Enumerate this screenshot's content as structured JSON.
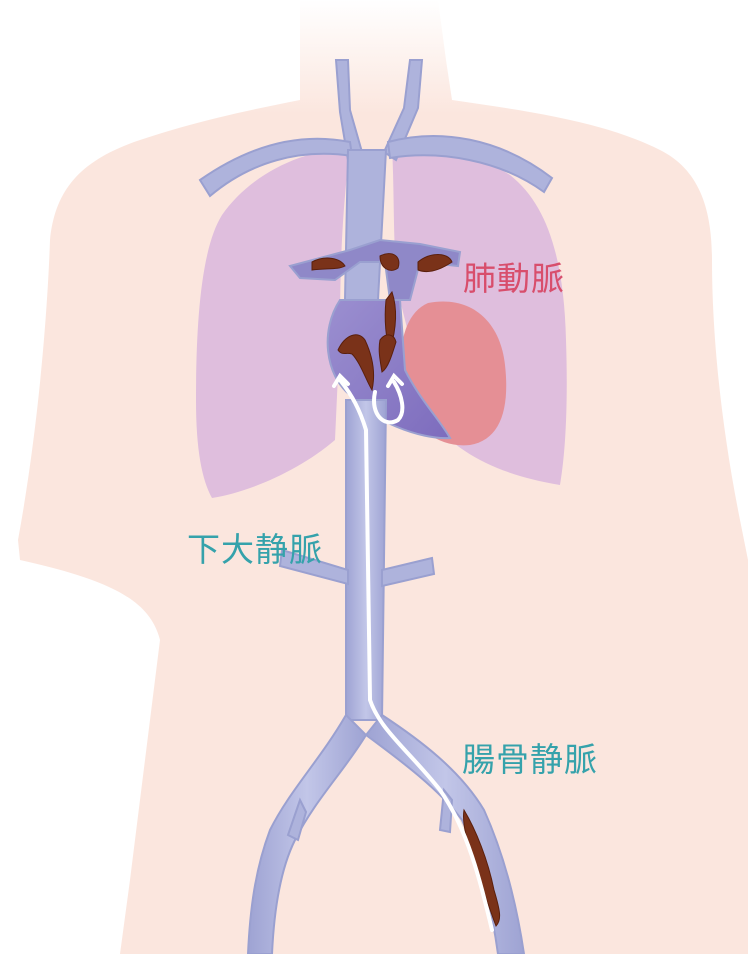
{
  "labels": {
    "pulmonary_artery": "肺動脈",
    "inferior_vena_cava": "下大静脈",
    "iliac_vein": "腸骨静脈"
  },
  "colors": {
    "skin": "#fbe6de",
    "lung": "#dfbedd",
    "heart": "#e58f95",
    "vein": "#aeb3dc",
    "vein_dark": "#8f88c8",
    "clot": "#7a3219",
    "flow_arrow": "#ffffff",
    "label_pulmonary_artery": "#d84e6c",
    "label_veins": "#35a2ab"
  }
}
